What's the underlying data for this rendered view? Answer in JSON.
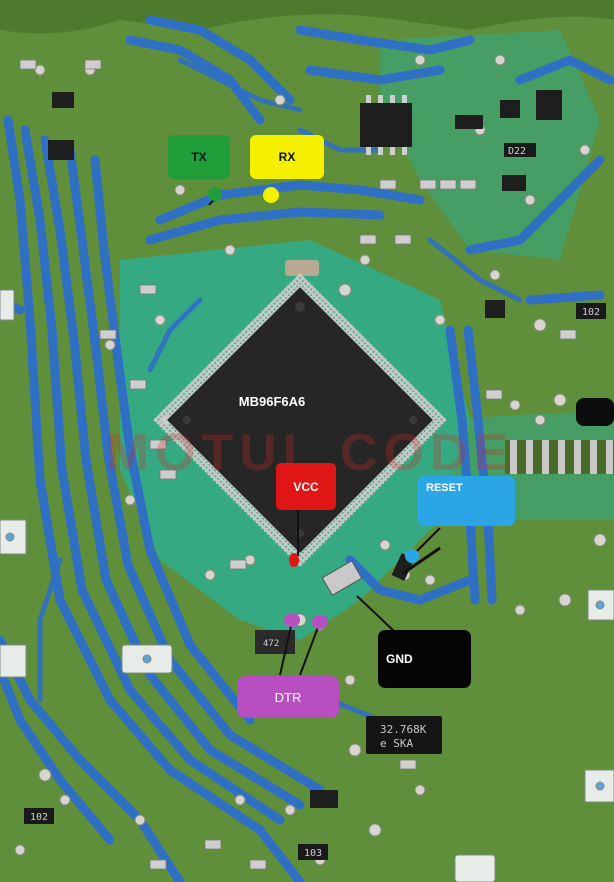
{
  "mcu": {
    "part_number": "MB96F6A6"
  },
  "pins": {
    "tx": {
      "label": "TX",
      "color": "#1f9e3a",
      "text_color": "#111111"
    },
    "rx": {
      "label": "RX",
      "color": "#f4f000",
      "text_color": "#111111"
    },
    "vcc": {
      "label": "VCC",
      "color": "#e01616",
      "text_color": "#ffffff"
    },
    "reset": {
      "label": "RESET",
      "color": "#2aa6e6",
      "text_color": "#ffffff"
    },
    "gnd": {
      "label": "GND",
      "color": "#050505",
      "text_color": "#ffffff"
    },
    "dtr": {
      "label": "DTR",
      "color": "#b84fc0",
      "text_color": "#ffffff"
    }
  },
  "watermark": "MOTUL CODE",
  "component_markings": {
    "res_top_right": "D22",
    "res_right": "102",
    "res_bottom_left": "102",
    "res_bottom": "103",
    "res_dtr": "472",
    "crystal": [
      "32.768K",
      "e SKA"
    ]
  },
  "colors": {
    "board": "#5f8f3a",
    "solder_mask": "#2fae8f",
    "trace": "#2f6fc4",
    "chip_body": "#262626"
  }
}
